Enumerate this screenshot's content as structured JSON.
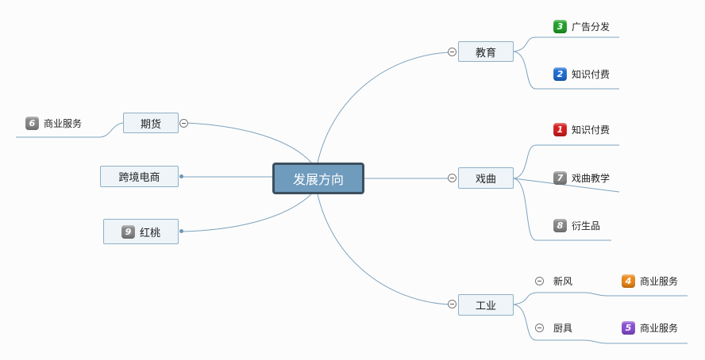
{
  "root": {
    "label": "发展方向"
  },
  "colors": {
    "line": "#7ea3bf",
    "green": "#22a32b",
    "blue": "#1f6fd6",
    "red": "#d91f1f",
    "gray": "#8a8a8a",
    "orange": "#f08a1a",
    "purple": "#8a4fd6"
  },
  "right": {
    "education": {
      "label": "教育",
      "leaves": [
        {
          "badge": "3",
          "label": "广告分发",
          "color": "green"
        },
        {
          "badge": "2",
          "label": "知识付费",
          "color": "blue"
        }
      ]
    },
    "opera": {
      "label": "戏曲",
      "leaves": [
        {
          "badge": "1",
          "label": "知识付费",
          "color": "red"
        },
        {
          "badge": "7",
          "label": "戏曲教学",
          "color": "gray"
        },
        {
          "badge": "8",
          "label": "衍生品",
          "color": "gray"
        }
      ]
    },
    "industry": {
      "label": "工业",
      "subs": [
        {
          "label": "新风",
          "leaf": {
            "badge": "4",
            "label": "商业服务",
            "color": "orange"
          }
        },
        {
          "label": "厨具",
          "leaf": {
            "badge": "5",
            "label": "商业服务",
            "color": "purple"
          }
        }
      ]
    }
  },
  "left": {
    "futures": {
      "label": "期货",
      "leaf": {
        "badge": "6",
        "label": "商业服务",
        "color": "gray"
      }
    },
    "crossborder": {
      "label": "跨境电商"
    },
    "hongtao": {
      "label": "红桃",
      "badge": "9",
      "color": "gray"
    }
  }
}
